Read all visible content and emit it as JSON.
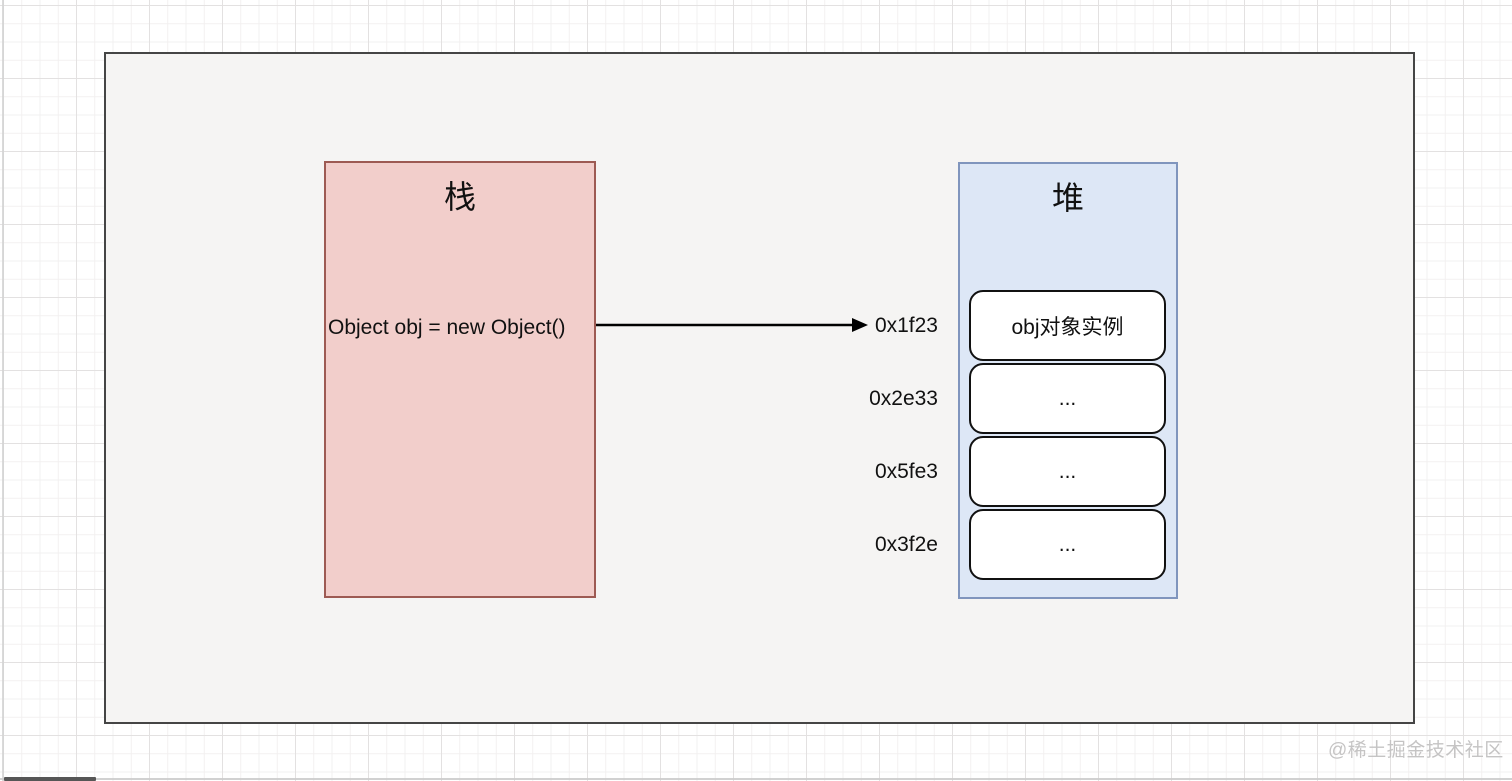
{
  "diagram": {
    "stack": {
      "title": "栈",
      "code": "Object obj = new Object()"
    },
    "heap": {
      "title": "堆",
      "addresses": [
        "0x1f23",
        "0x2e33",
        "0x5fe3",
        "0x3f2e"
      ],
      "cells": [
        "obj对象实例",
        "...",
        "...",
        "..."
      ]
    }
  },
  "watermark": {
    "text": "@稀土掘金技术社区"
  },
  "colors": {
    "page-bg": "#ffffff",
    "grid-minor": "#f2f0f0",
    "grid-major": "#e3e1e1",
    "canvas-fill": "#f5f4f3",
    "canvas-border": "#454545",
    "stack-fill": "#f2cecb",
    "stack-border": "#9d5a53",
    "heap-fill": "#dde7f6",
    "heap-border": "#8095bd",
    "cell-fill": "#ffffff",
    "cell-border": "#111111",
    "arrow": "#000000",
    "text": "#111111",
    "watermark": "#c5c4c4"
  }
}
